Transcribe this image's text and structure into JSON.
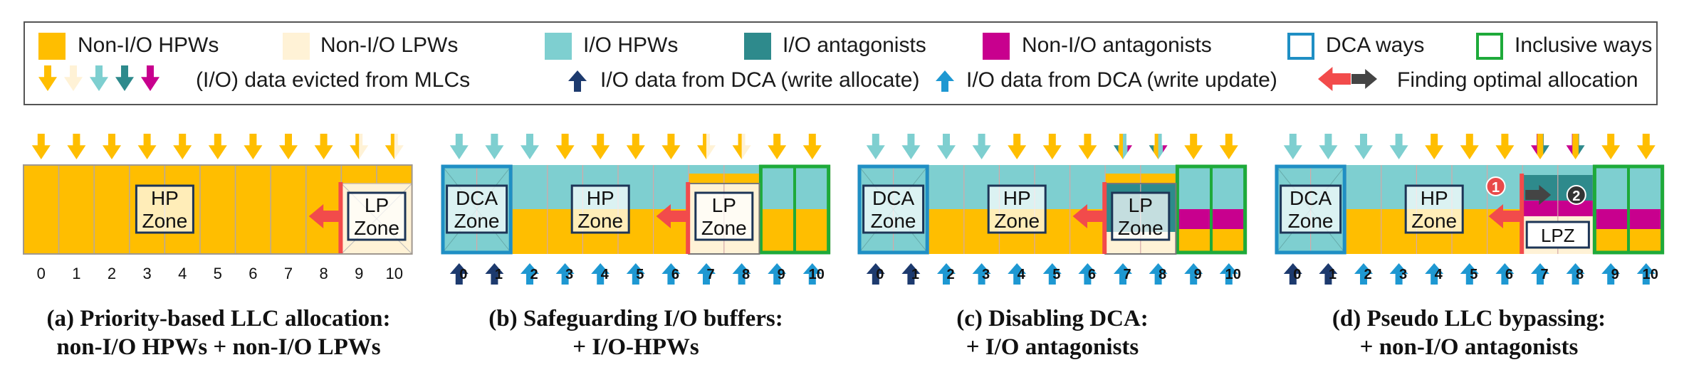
{
  "legend": {
    "row1": [
      {
        "key": "nonio_hpw",
        "label": "Non-I/O HPWs",
        "color": "#FFBE00",
        "border": "none"
      },
      {
        "key": "nonio_lpw",
        "label": "Non-I/O LPWs",
        "color": "#FFF2D6",
        "border": "none"
      },
      {
        "key": "io_hpw",
        "label": "I/O HPWs",
        "color": "#7ECFD0",
        "border": "none"
      },
      {
        "key": "io_antagonist",
        "label": "I/O antagonists",
        "color": "#2E8A8C",
        "border": "none"
      },
      {
        "key": "nonio_antagonist",
        "label": "Non-I/O antagonists",
        "color": "#C8008E",
        "border": "none"
      },
      {
        "key": "dca_ways",
        "label": "DCA ways",
        "color": "#ffffff",
        "border": "#1F8FC4"
      },
      {
        "key": "inclusive_ways",
        "label": "Inclusive ways",
        "color": "#ffffff",
        "border": "#1EAA3A"
      }
    ],
    "row2": {
      "evicted_label": "(I/O) data evicted from MLCs",
      "write_allocate_label": "I/O data from DCA (write allocate)",
      "write_update_label": "I/O data from DCA (write update)",
      "optimal_label": "Finding optimal allocation"
    }
  },
  "colors": {
    "nonio_hpw": "#FFBE00",
    "nonio_lpw": "#FFF2D6",
    "io_hpw": "#7ECFD0",
    "io_antagonist": "#2E8A8C",
    "nonio_antagonist": "#C8008E",
    "dca_border": "#1F8FC4",
    "inclusive_border": "#1EAA3A",
    "write_allocate": "#1D3A6E",
    "write_update": "#1E98D2",
    "red_arrow": "#F24B4B",
    "dark_arrow": "#444444"
  },
  "way_numbers": [
    "0",
    "1",
    "2",
    "3",
    "4",
    "5",
    "6",
    "7",
    "8",
    "9",
    "10"
  ],
  "panels": [
    {
      "id": "a",
      "zones": {
        "hp": "HP\nZone",
        "lp": "LP\nZone"
      },
      "caption_line1": "(a) Priority-based LLC allocation:",
      "caption_line2": "non-I/O HPWs + non-I/O LPWs"
    },
    {
      "id": "b",
      "zones": {
        "dca": "DCA\nZone",
        "hp": "HP\nZone",
        "lp": "LP\nZone"
      },
      "caption_line1": "(b) Safeguarding I/O buffers:",
      "caption_line2": "+ I/O-HPWs"
    },
    {
      "id": "c",
      "zones": {
        "dca": "DCA\nZone",
        "hp": "HP\nZone",
        "lp": "LP\nZone"
      },
      "caption_line1": "(c) Disabling DCA:",
      "caption_line2": "+ I/O antagonists"
    },
    {
      "id": "d",
      "zones": {
        "dca": "DCA\nZone",
        "hp": "HP\nZone",
        "lpz": "LPZ"
      },
      "markers": [
        "1",
        "2"
      ],
      "caption_line1": "(d) Pseudo LLC bypassing:",
      "caption_line2": "+ non-I/O antagonists"
    }
  ]
}
